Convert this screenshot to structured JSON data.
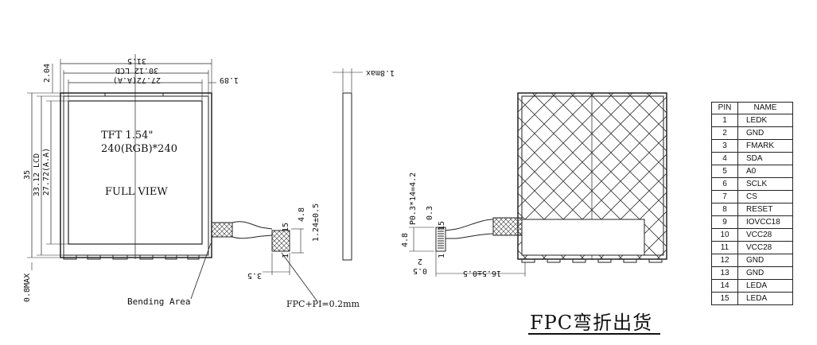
{
  "front_view": {
    "title_line1": "TFT 1.54\"",
    "title_line2": "240(RGB)*240",
    "caption": "FULL VIEW",
    "dim_overall_width": "31.5",
    "dim_lcd_width": "30.12 LCD",
    "dim_aa_width": "27.72(A.A)",
    "dim_offset_right": "1.89",
    "dim_top_gap": "2.04",
    "dim_overall_height": "35",
    "dim_lcd_height": "33.12 LCD",
    "dim_aa_height": "27.72(A.A)",
    "dim_bottom_max": "0.8MAX",
    "dim_fpc_len": "3.5",
    "dim_fpc_pins": "15",
    "dim_fpc_1": "1",
    "dim_fpc_width": "4.8",
    "dim_fpc_tol": "1.24±0.5",
    "label_bending": "Bending Area",
    "label_fpc_pi": "FPC+PI=0.2mm"
  },
  "side_view": {
    "dim_thickness": "1.8max"
  },
  "back_view": {
    "dim_pitch": "P0.3*14=4.2",
    "dim_pitch_small": "0.3",
    "dim_pins": "15",
    "dim_one": "1",
    "dim_width": "4.8",
    "dim_small_a": "2",
    "dim_small_b": "0.5",
    "dim_length": "16.5±0.5"
  },
  "pin_table": {
    "header_pin": "PIN",
    "header_name": "NAME",
    "rows": [
      {
        "pin": "1",
        "name": "LEDK"
      },
      {
        "pin": "2",
        "name": "GND"
      },
      {
        "pin": "3",
        "name": "FMARK"
      },
      {
        "pin": "4",
        "name": "SDA"
      },
      {
        "pin": "5",
        "name": "A0"
      },
      {
        "pin": "6",
        "name": "SCLK"
      },
      {
        "pin": "7",
        "name": "CS"
      },
      {
        "pin": "8",
        "name": "RESET"
      },
      {
        "pin": "9",
        "name": "IOVCC18"
      },
      {
        "pin": "10",
        "name": "VCC28"
      },
      {
        "pin": "11",
        "name": "VCC28"
      },
      {
        "pin": "12",
        "name": "GND"
      },
      {
        "pin": "13",
        "name": "GND"
      },
      {
        "pin": "14",
        "name": "LEDA"
      },
      {
        "pin": "15",
        "name": "LEDA"
      }
    ]
  },
  "footer": {
    "title": "FPC弯折出货"
  }
}
